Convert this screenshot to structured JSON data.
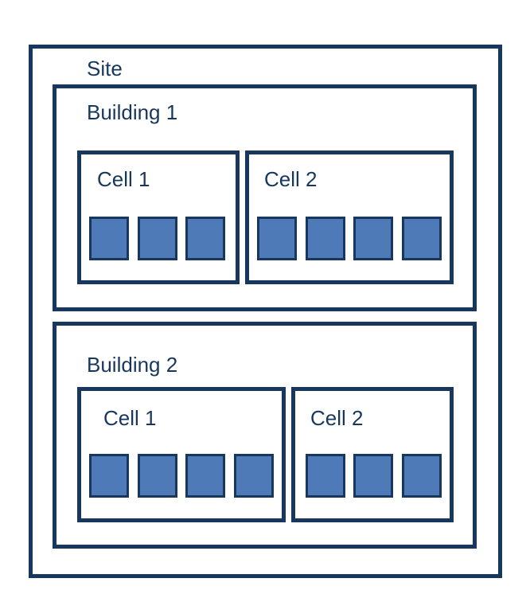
{
  "site": {
    "label": "Site"
  },
  "buildings": [
    {
      "label": "Building 1",
      "cells": [
        {
          "label": "Cell 1",
          "units": 3
        },
        {
          "label": "Cell 2",
          "units": 4
        }
      ]
    },
    {
      "label": "Building 2",
      "cells": [
        {
          "label": "Cell 1",
          "units": 4
        },
        {
          "label": "Cell 2",
          "units": 3
        }
      ]
    }
  ],
  "colors": {
    "border": "#17375e",
    "unit_fill": "#4f7ab8"
  }
}
